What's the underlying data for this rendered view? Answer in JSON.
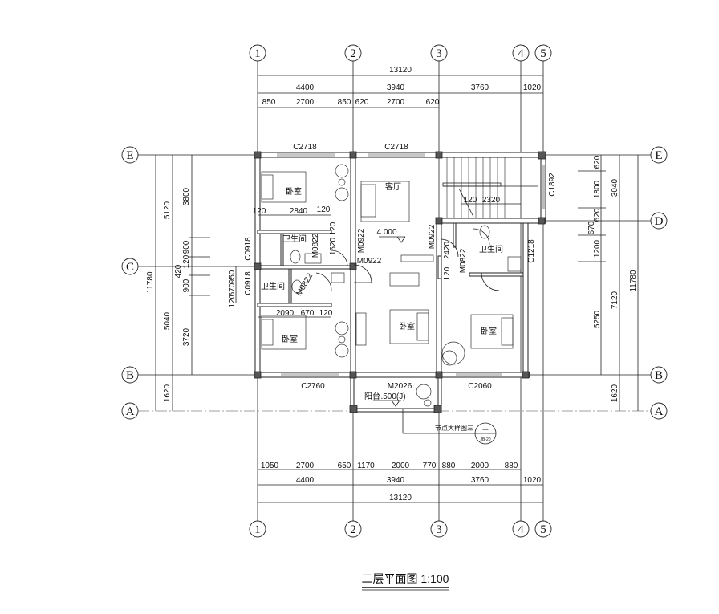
{
  "title": "二层平面图 1:100",
  "axes": {
    "vertical": [
      "1",
      "2",
      "3",
      "4",
      "5"
    ],
    "left": [
      "E",
      "C",
      "B",
      "A"
    ],
    "right": [
      "E",
      "D",
      "B",
      "A"
    ]
  },
  "top_dims": {
    "total": "13120",
    "bays": [
      "4400",
      "3940",
      "3760",
      "1020"
    ],
    "openings": [
      "850",
      "2700",
      "850",
      "620",
      "2700",
      "620"
    ]
  },
  "bottom_dims": {
    "openings": [
      "1050",
      "2700",
      "650",
      "1170",
      "2000",
      "770",
      "880",
      "2000",
      "880"
    ],
    "bays": [
      "4400",
      "3940",
      "3760",
      "1020"
    ],
    "total": "13120"
  },
  "left_dims": {
    "total": "11780",
    "mid": [
      "5120",
      "5040",
      "1620"
    ],
    "inner": [
      "3800",
      "900",
      "420",
      "120",
      "900",
      "3720"
    ],
    "window": [
      "950",
      "670",
      "120"
    ]
  },
  "right_dims": {
    "inner": [
      "620",
      "1800",
      "620",
      "670",
      "1200",
      "5250"
    ],
    "mid": [
      "3040",
      "7120",
      "1620"
    ],
    "total": "11780"
  },
  "windows": [
    "C2718",
    "C2718",
    "C1892",
    "C1218",
    "C0918",
    "C0918",
    "C2760",
    "C2060"
  ],
  "doors": [
    "M0922",
    "M0922",
    "M0922",
    "M0822",
    "M0822",
    "M0822",
    "M2026"
  ],
  "rooms": [
    "卧室",
    "客厅",
    "卫生间",
    "卫生间",
    "卫生间",
    "卧室",
    "卧室",
    "卧室",
    "阳台"
  ],
  "levels": [
    "4.000",
    ".500(J)"
  ],
  "inner_dims": [
    "120",
    "2840",
    "120",
    "1620",
    "120",
    "120",
    "2320",
    "2420",
    "120",
    "2090",
    "670",
    "120"
  ],
  "callout": {
    "label": "节点大样图三",
    "num": "—",
    "sheet": "JB-20"
  }
}
